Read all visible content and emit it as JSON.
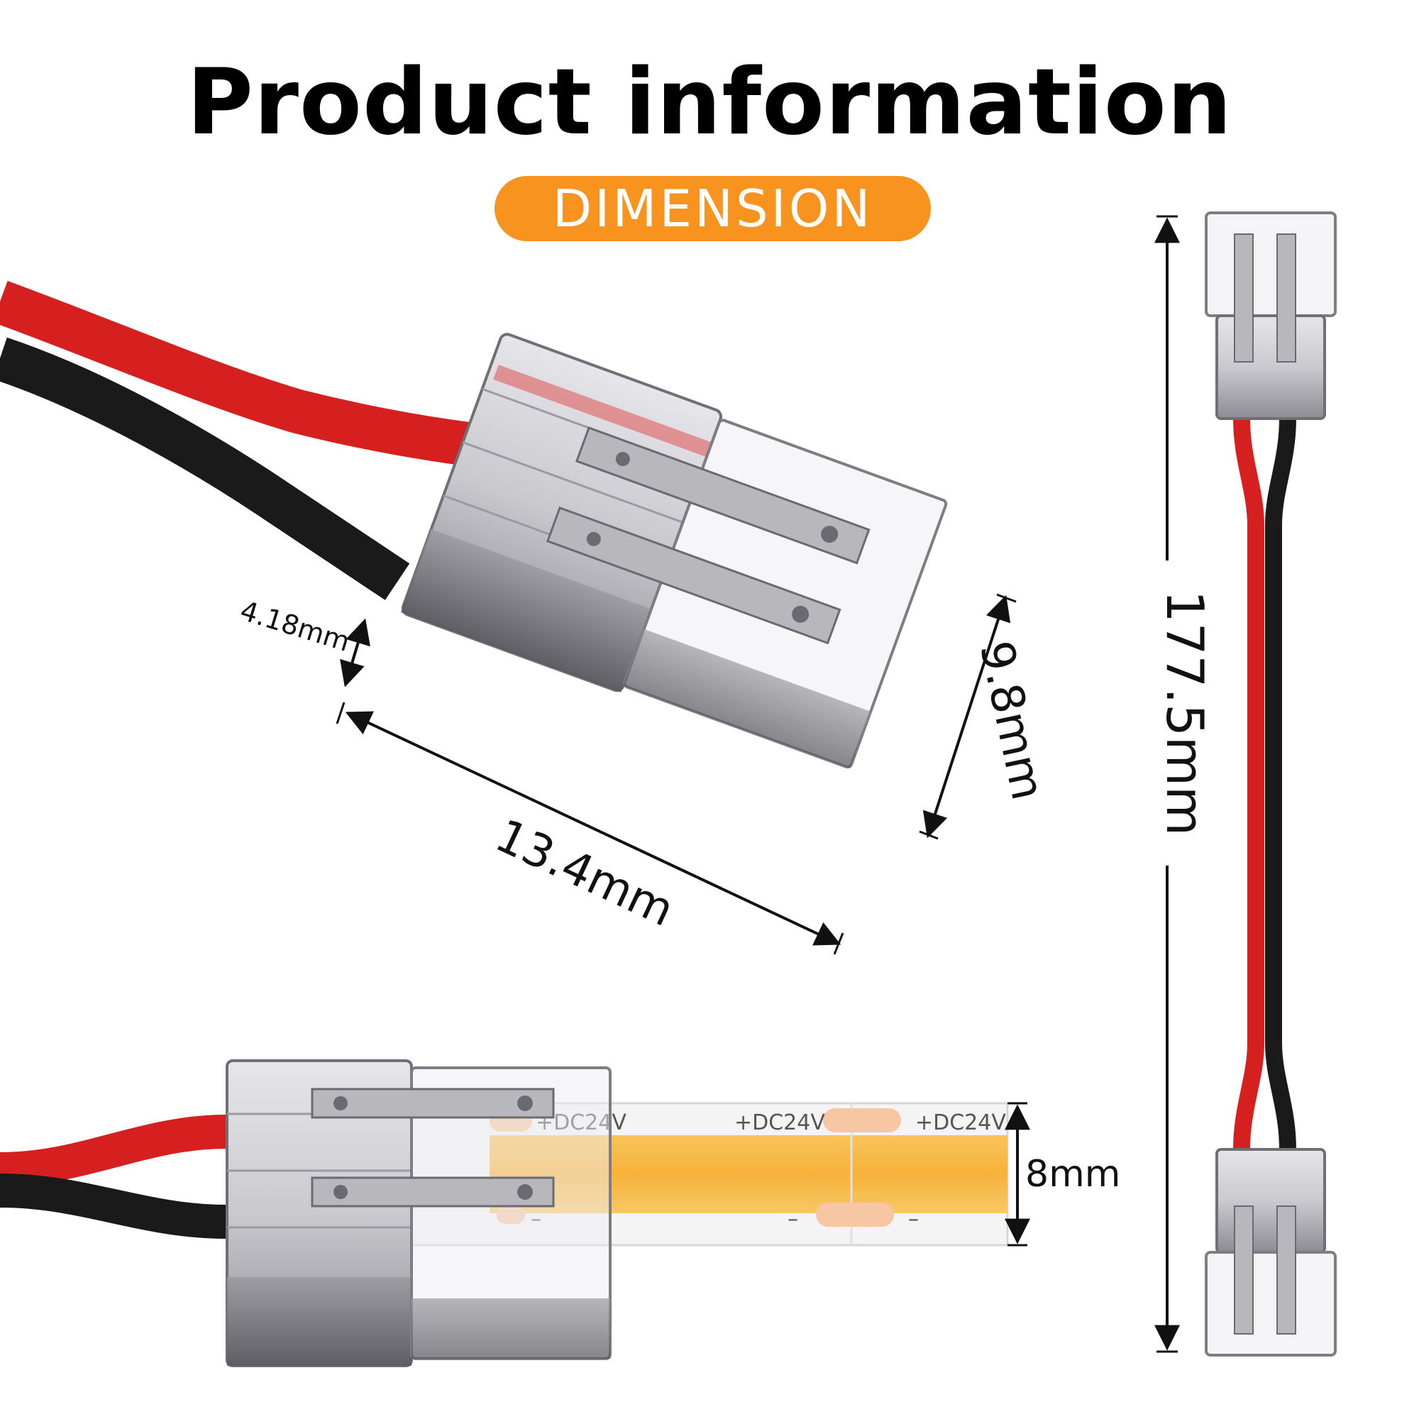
{
  "header": {
    "title": "Product information",
    "badge": "DIMENSION"
  },
  "dimensions": {
    "pin_pitch": "4.18mm",
    "connector_length": "13.4mm",
    "connector_width": "9.8mm",
    "total_length": "177.5mm",
    "strip_width": "8mm"
  },
  "strip": {
    "pos_label_1": "+DC24V",
    "pos_label_2": "+DC24V",
    "pos_label_3": "+DC24V",
    "neg_label_1": "–",
    "neg_label_2": "–",
    "neg_label_3": "–"
  },
  "colors": {
    "badge": "#f7931e",
    "red_wire": "#d62020",
    "black_wire": "#1a1a1a",
    "strip_led": "#f6b23a"
  }
}
